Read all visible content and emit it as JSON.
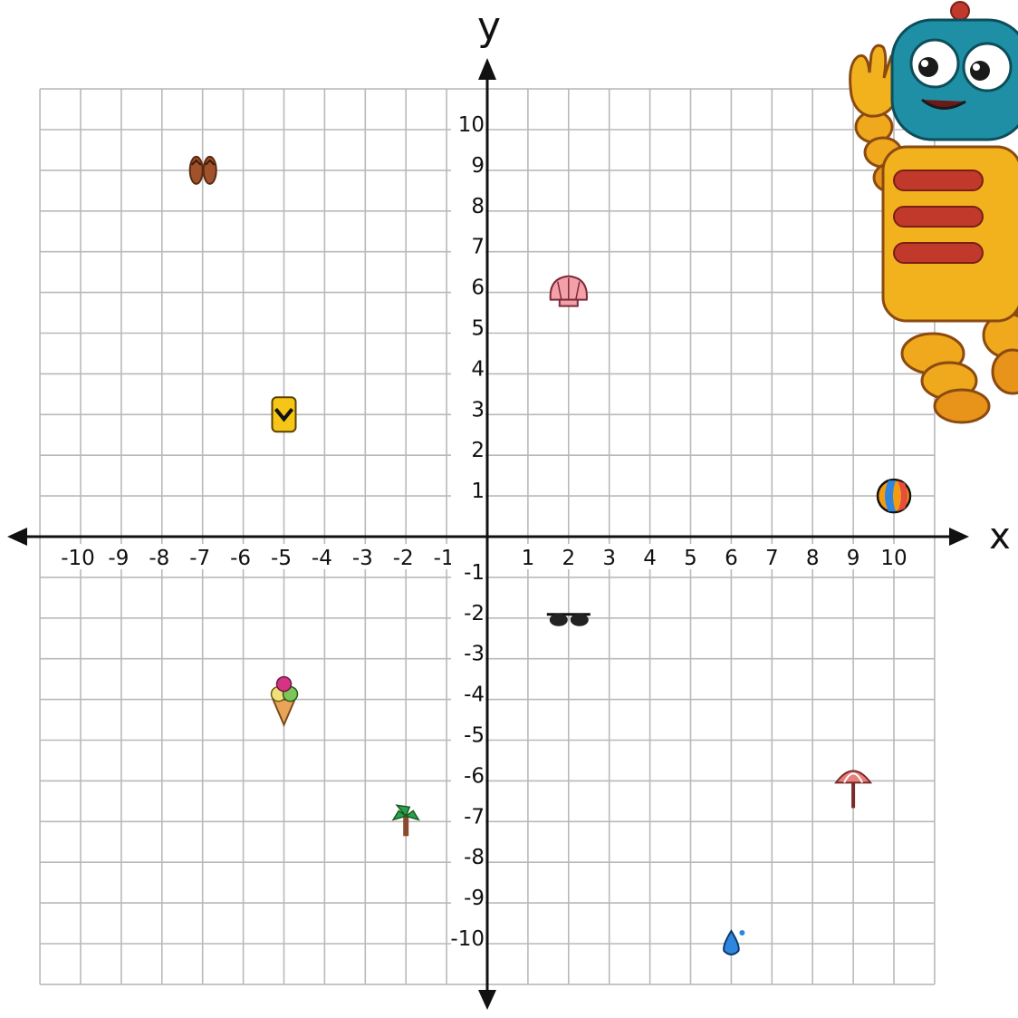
{
  "chart_data": {
    "type": "scatter",
    "title": "",
    "xlabel": "x",
    "ylabel": "y",
    "xlim": [
      -11,
      11
    ],
    "ylim": [
      -11,
      11
    ],
    "grid": true,
    "x_ticks": [
      "-10",
      "-9",
      "-8",
      "-7",
      "-6",
      "-5",
      "-4",
      "-3",
      "-2",
      "-1",
      "1",
      "2",
      "3",
      "4",
      "5",
      "6",
      "7",
      "8",
      "9",
      "10"
    ],
    "y_ticks": [
      "10",
      "9",
      "8",
      "7",
      "6",
      "5",
      "4",
      "3",
      "2",
      "1",
      "-1",
      "-2",
      "-3",
      "-4",
      "-5",
      "-6",
      "-7",
      "-8",
      "-9",
      "-10"
    ],
    "points": [
      {
        "item": "flip-flops",
        "x": -7,
        "y": 9
      },
      {
        "item": "seashell",
        "x": 2,
        "y": 6
      },
      {
        "item": "swimsuit",
        "x": -5,
        "y": 3
      },
      {
        "item": "beach-ball",
        "x": 10,
        "y": 1
      },
      {
        "item": "sunglasses",
        "x": 2,
        "y": -2
      },
      {
        "item": "ice-cream",
        "x": -5,
        "y": -4
      },
      {
        "item": "beach-umbrella",
        "x": 9,
        "y": -6
      },
      {
        "item": "palm-tree",
        "x": -2,
        "y": -7
      },
      {
        "item": "water-drop",
        "x": 6,
        "y": -10
      }
    ]
  },
  "decoration": {
    "mascot": "robot-mascot",
    "colors": {
      "robot_head": "#1f8fa6",
      "robot_body": "#f2b21e",
      "robot_stripe": "#c0392b",
      "grid_line": "#b9b9b9",
      "axis": "#111111"
    }
  }
}
